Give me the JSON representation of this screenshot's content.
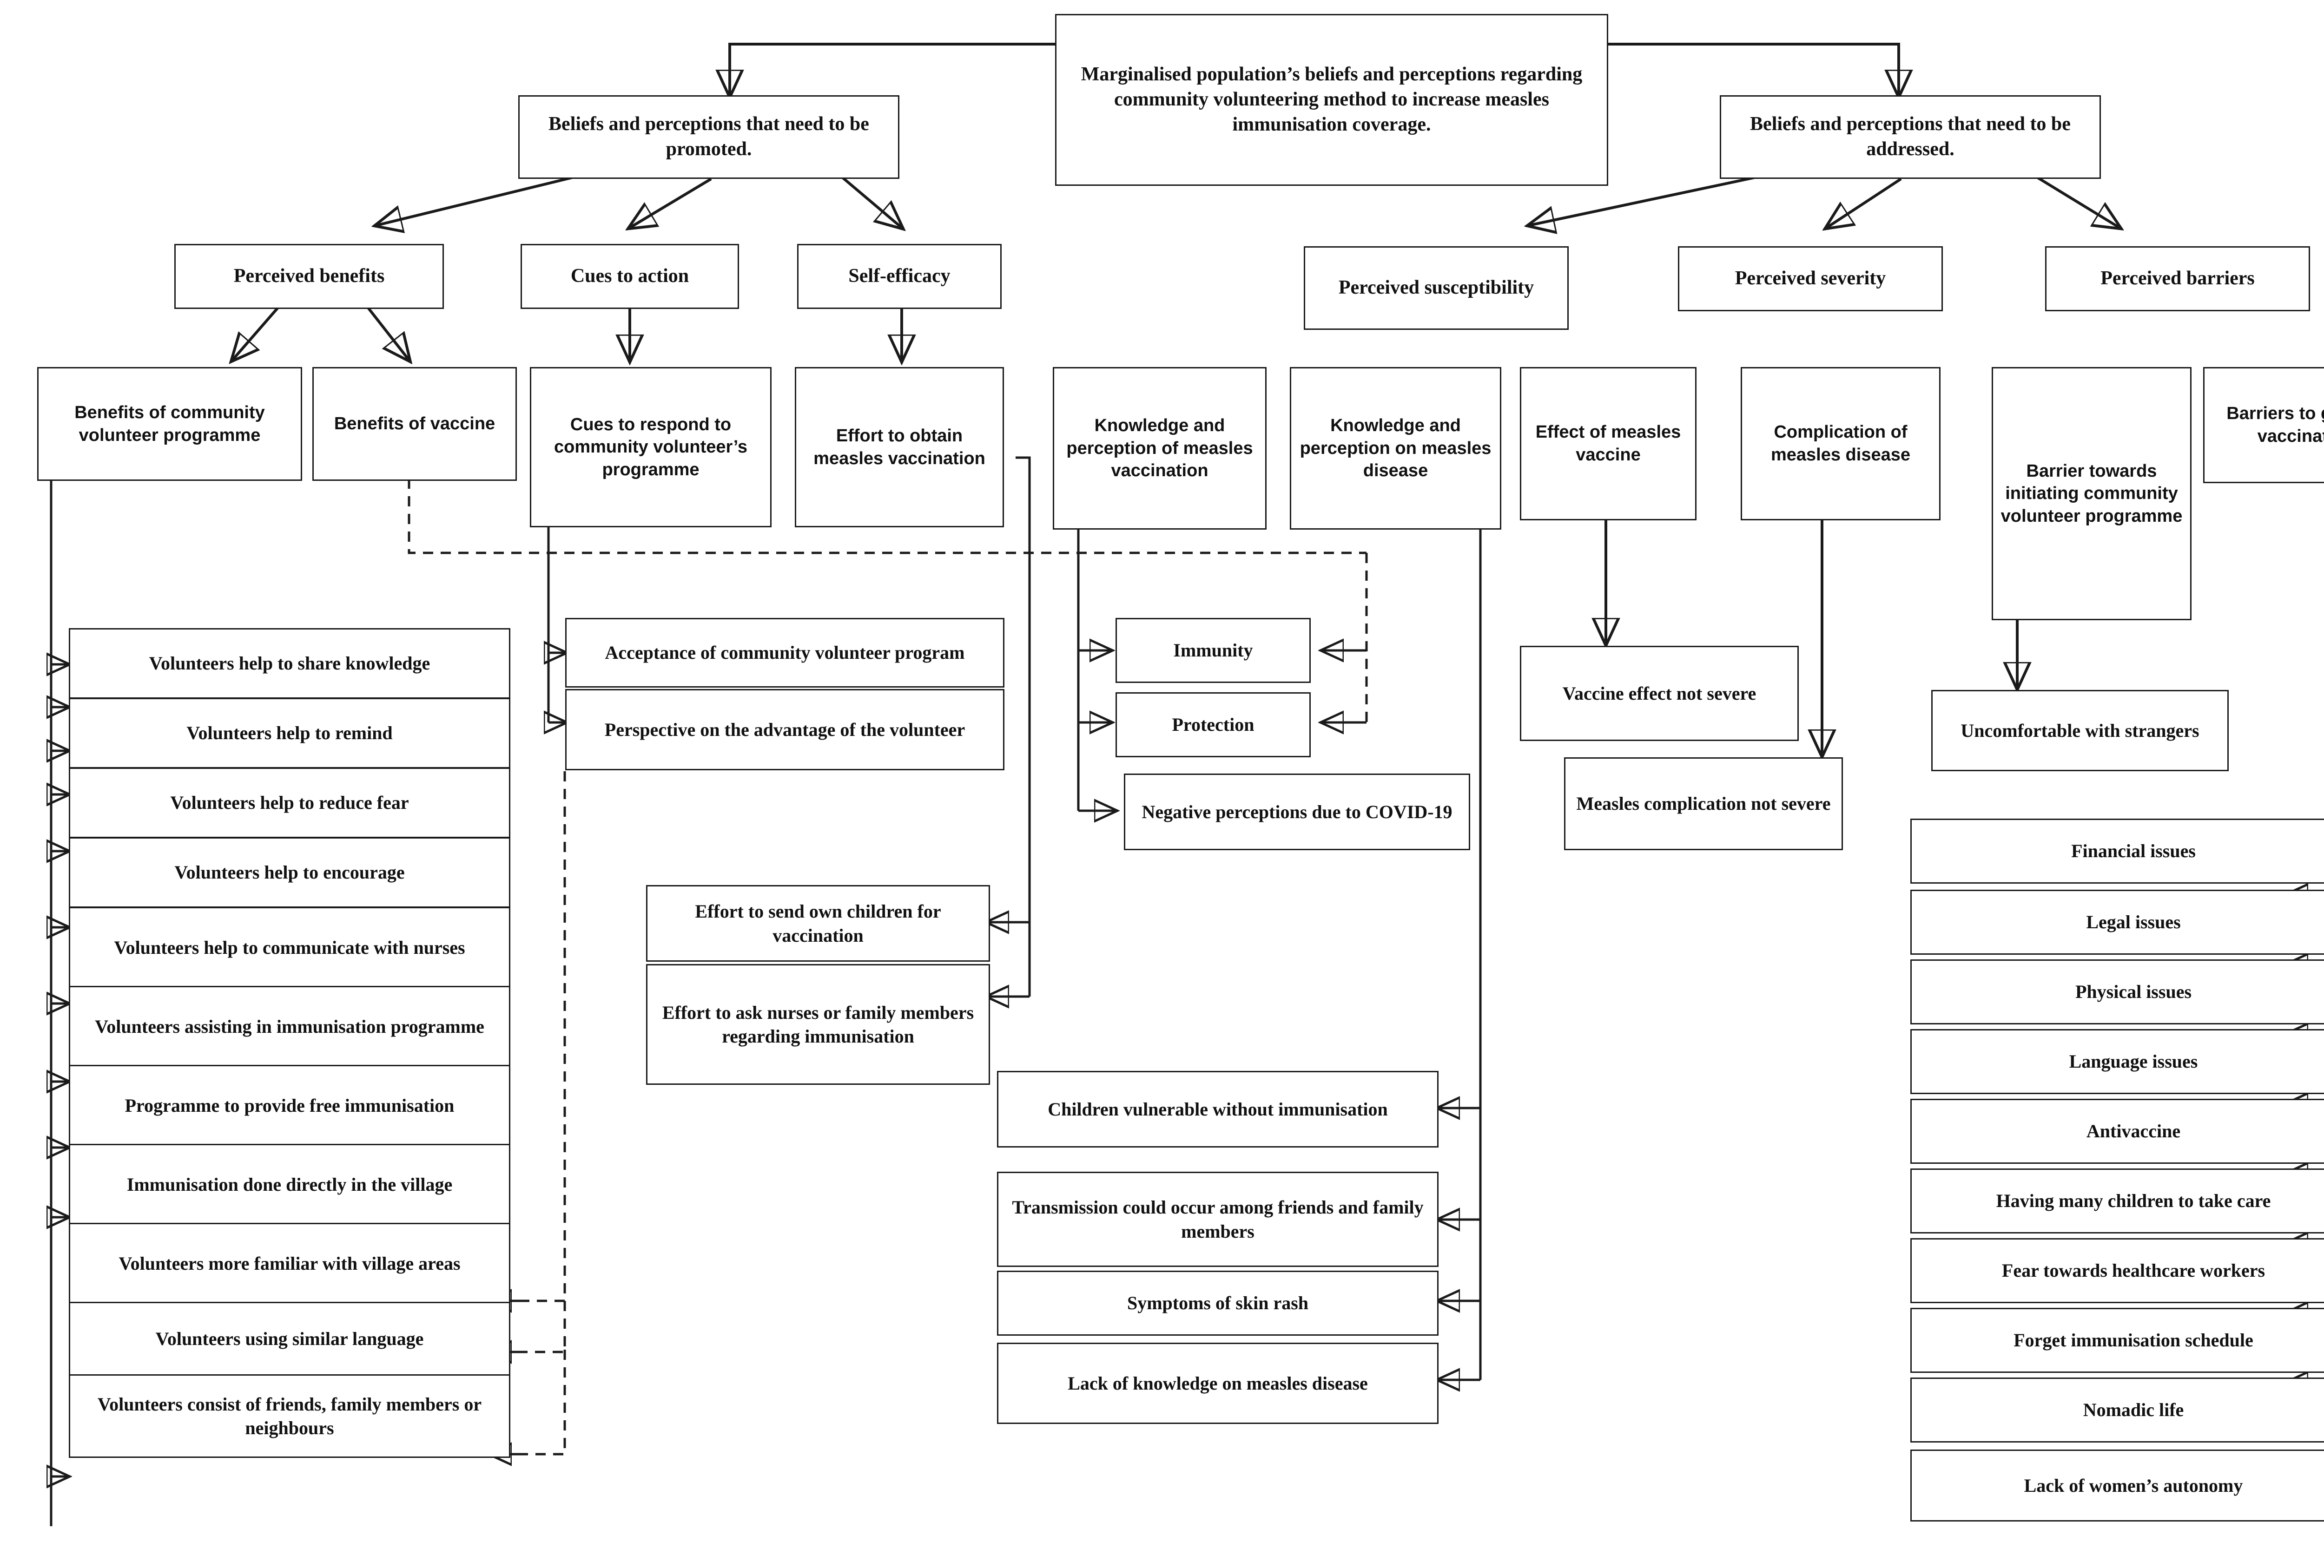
{
  "diagram": {
    "title_box": {
      "id": "root",
      "label": "Marginalised population’s beliefs and perceptions regarding community volunteering method to increase measles immunisation coverage."
    },
    "branches": [
      {
        "id": "promote",
        "label": "Beliefs and perceptions that need to be promoted."
      },
      {
        "id": "address",
        "label": "Beliefs and perceptions that need to be addressed."
      }
    ],
    "constructs": [
      {
        "id": "perceived-benefits",
        "label": "Perceived benefits"
      },
      {
        "id": "cues-to-action",
        "label": "Cues to action"
      },
      {
        "id": "self-efficacy",
        "label": "Self-efficacy"
      },
      {
        "id": "perceived-susceptibility",
        "label": "Perceived susceptibility"
      },
      {
        "id": "perceived-severity",
        "label": "Perceived severity"
      },
      {
        "id": "perceived-barriers",
        "label": "Perceived barriers"
      }
    ],
    "themes": [
      {
        "id": "benefits-of-community-volunteer-programme",
        "label": "Benefits of community volunteer programme"
      },
      {
        "id": "benefits-of-vaccine",
        "label": "Benefits of vaccine"
      },
      {
        "id": "cues-to-respond-to-community-volunteers-programme",
        "label": "Cues to respond to community volunteer’s programme"
      },
      {
        "id": "effort-to-obtain-measles-vaccination",
        "label": "Effort to obtain measles vaccination"
      },
      {
        "id": "knowledge-and-perception-of-measles-vaccination",
        "label": "Knowledge and perception of measles vaccination"
      },
      {
        "id": "knowledge-and-perception-on-measles-disease",
        "label": "Knowledge and perception on measles disease"
      },
      {
        "id": "effect-of-measles-vaccine",
        "label": "Effect of measles vaccine"
      },
      {
        "id": "complication-of-measles-disease",
        "label": "Complication of measles disease"
      },
      {
        "id": "barrier-towards-initiating-community-volunteer-programme",
        "label": "Barrier towards initiating community volunteer programme"
      },
      {
        "id": "barriers-to-getting-vaccinated",
        "label": "Barriers to getting vaccinated"
      }
    ],
    "volunteer_benefit_items": [
      {
        "id": "volunteers-help-to-share-knowledge",
        "label": "Volunteers help to share knowledge"
      },
      {
        "id": "volunteers-help-to-remind",
        "label": "Volunteers help to remind"
      },
      {
        "id": "volunteers-help-to-reduce-fear",
        "label": "Volunteers help to reduce fear"
      },
      {
        "id": "volunteers-help-to-encourage",
        "label": "Volunteers help to encourage"
      },
      {
        "id": "volunteers-help-to-communicate-with-nurses",
        "label": "Volunteers help to communicate with nurses"
      },
      {
        "id": "volunteers-assisting-in-immunisation-programme",
        "label": "Volunteers assisting in immunisation programme"
      },
      {
        "id": "programme-to-provide-free-immunisation",
        "label": "Programme to provide free immunisation"
      },
      {
        "id": "immunisation-done-directly-in-the-village",
        "label": "Immunisation done directly in the village"
      },
      {
        "id": "volunteers-more-familiar-with-village-areas",
        "label": "Volunteers more familiar with village areas"
      },
      {
        "id": "volunteers-using-similar-language",
        "label": "Volunteers using similar language"
      },
      {
        "id": "volunteers-consist-of-friends-family-members-or-neighbours",
        "label": "Volunteers consist of friends, family members or neighbours"
      }
    ],
    "cues_items": [
      {
        "id": "acceptance-of-community-volunteer-program",
        "label": "Acceptance of community volunteer program"
      },
      {
        "id": "perspective-on-the-advantage-of-the-volunteer",
        "label": "Perspective on the advantage of the volunteer"
      }
    ],
    "self_efficacy_items": [
      {
        "id": "effort-to-send-own-children-for-vaccination",
        "label": "Effort to send own children for vaccination"
      },
      {
        "id": "effort-to-ask-nurses-or-family-members-regarding-immunisation",
        "label": "Effort to ask nurses or family members regarding immunisation"
      }
    ],
    "vaccination_perception_items": [
      {
        "id": "immunity",
        "label": "Immunity"
      },
      {
        "id": "protection",
        "label": "Protection"
      },
      {
        "id": "negative-perceptions-due-to-covid-19",
        "label": "Negative perceptions due to COVID-19"
      }
    ],
    "disease_perception_items": [
      {
        "id": "children-vulnerable-without-immunisation",
        "label": "Children vulnerable without immunisation"
      },
      {
        "id": "transmission-could-occur-among-friends-and-family-members",
        "label": "Transmission could occur among friends and family members"
      },
      {
        "id": "symptoms-of-skin-rash",
        "label": "Symptoms of skin rash"
      },
      {
        "id": "lack-of-knowledge-on-measles-disease",
        "label": "Lack of knowledge on measles disease"
      }
    ],
    "severity_items": [
      {
        "id": "vaccine-effect-not-severe",
        "label": "Vaccine effect not severe"
      },
      {
        "id": "measles-complication-not-severe",
        "label": "Measles complication not severe"
      }
    ],
    "barrier_programme_items": [
      {
        "id": "uncomfortable-with-strangers",
        "label": "Uncomfortable with strangers"
      }
    ],
    "barrier_vaccination_items": [
      {
        "id": "financial-issues",
        "label": "Financial issues"
      },
      {
        "id": "legal-issues",
        "label": "Legal issues"
      },
      {
        "id": "physical-issues",
        "label": "Physical issues"
      },
      {
        "id": "language-issues",
        "label": "Language issues"
      },
      {
        "id": "antivaccine",
        "label": "Antivaccine"
      },
      {
        "id": "having-many-children-to-take-care",
        "label": "Having many children to take care"
      },
      {
        "id": "fear-towards-healthcare-workers",
        "label": "Fear towards healthcare workers"
      },
      {
        "id": "forget-immunisation-schedule",
        "label": "Forget immunisation schedule"
      },
      {
        "id": "nomadic-life",
        "label": "Nomadic life"
      },
      {
        "id": "lack-of-womens-autonomy",
        "label": "Lack of women’s autonomy"
      }
    ],
    "colors": {
      "stroke": "#1a1a1a",
      "background": "#ffffff",
      "text": "#111111"
    }
  }
}
